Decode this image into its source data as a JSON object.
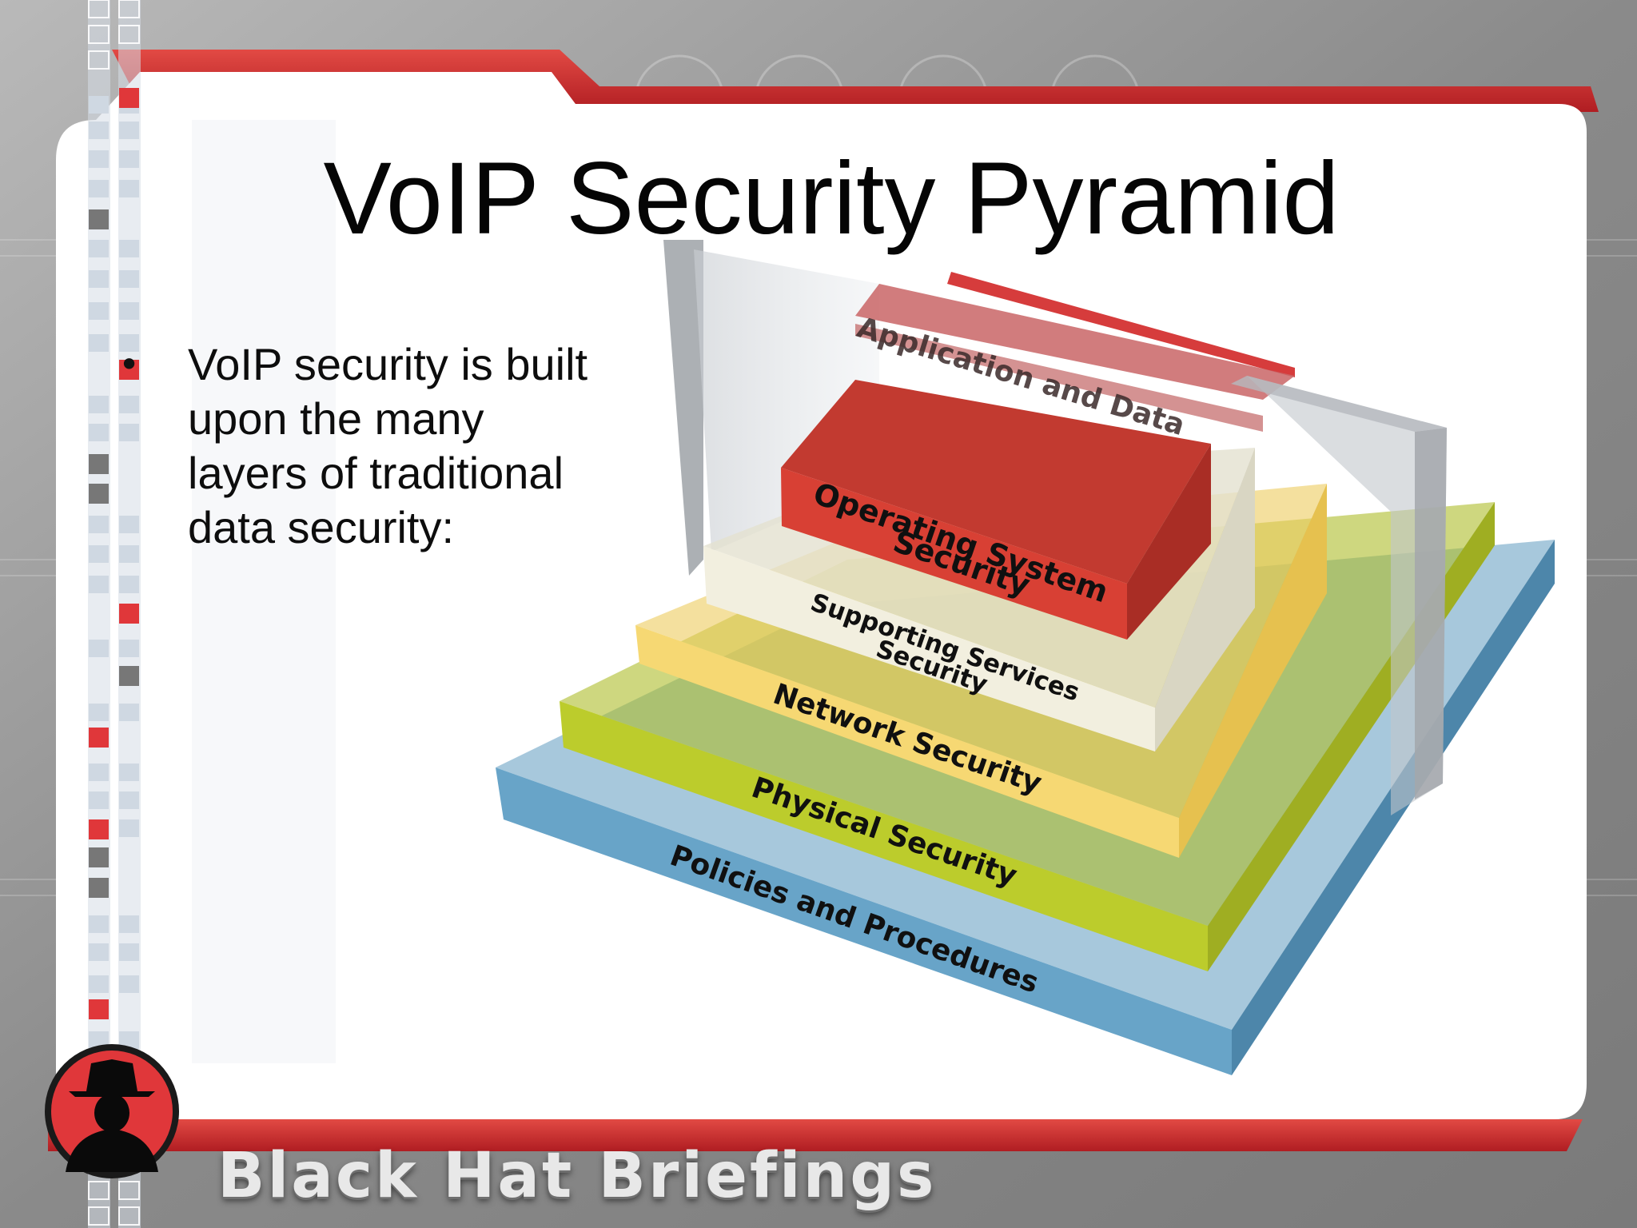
{
  "slide": {
    "title": "VoIP Security Pyramid",
    "bullets": [
      {
        "lines": [
          "VoIP security is built",
          "upon the many",
          "layers of traditional",
          "data security:"
        ]
      }
    ],
    "bullet_marker": "•"
  },
  "pyramid": {
    "layers": [
      {
        "label": "Policies and Procedures",
        "color": "#68a4c8"
      },
      {
        "label": "Physical Security",
        "color": "#bccc2c"
      },
      {
        "label": "Network Security",
        "color": "#f6d873"
      },
      {
        "label": "Supporting Services",
        "label_line2": "Security",
        "color": "#f2efdf"
      },
      {
        "label": "Operating System",
        "label_line2": "Security",
        "color": "#d84034"
      },
      {
        "label": "Application and Data",
        "color": "#d8474c"
      }
    ]
  },
  "footer": {
    "brand": "Black Hat Briefings",
    "logo_icon": "black-hat-man-icon"
  },
  "theme": {
    "accent_red": "#c8262a",
    "frame_gray": "#8e8e8e",
    "slide_white": "#ffffff"
  }
}
